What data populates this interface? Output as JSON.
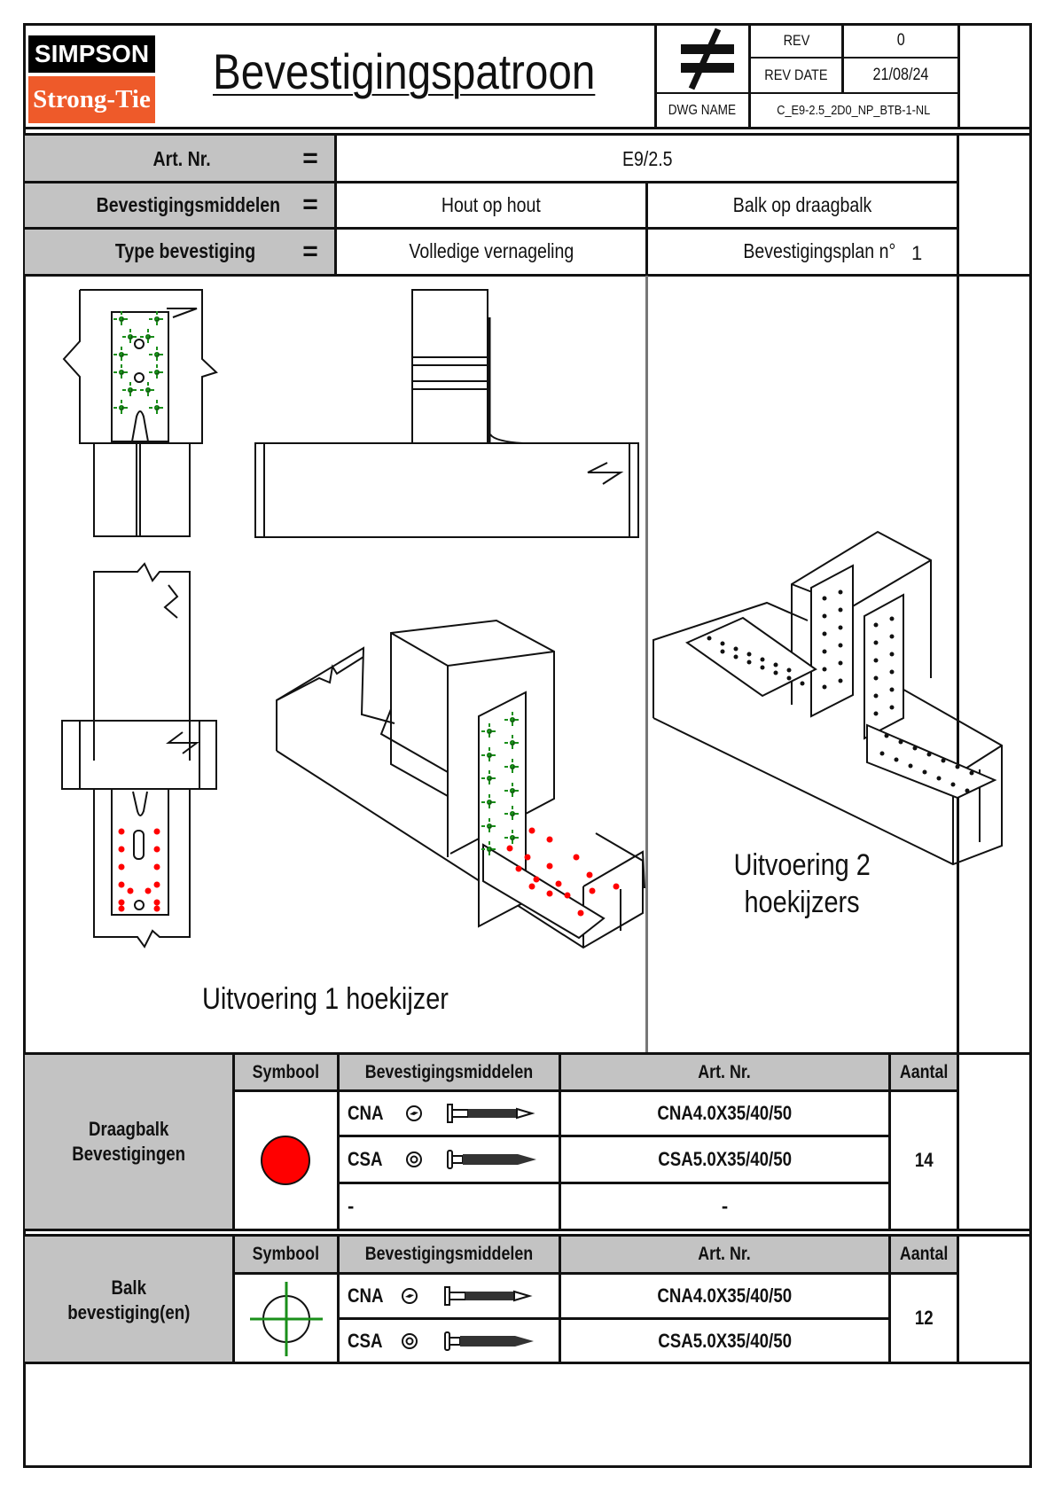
{
  "header": {
    "logo_top": "SIMPSON",
    "logo_bottom": "Strong-Tie",
    "title": "Bevestigingspatroon",
    "symbol_icon": "not-equal-icon",
    "rev_label": "REV",
    "rev_value": "0",
    "rev_date_label": "REV DATE",
    "rev_date_value": "21/08/24",
    "dwg_name_label": "DWG NAME",
    "dwg_name_value": "C_E9-2.5_2D0_NP_BTB-1-NL"
  },
  "info": {
    "art_nr_label": "Art. Nr.",
    "art_nr_value": "E9/2.5",
    "middelen_label": "Bevestigingsmiddelen",
    "middelen_value1": "Hout op hout",
    "middelen_value2": "Balk op draagbalk",
    "type_label": "Type bevestiging",
    "type_value1": "Volledige vernageling",
    "plan_label": "Bevestigingsplan n°",
    "plan_number": "1",
    "equals": "="
  },
  "drawings": {
    "caption_1": "Uitvoering 1 hoekijzer",
    "caption_2_line1": "Uitvoering 2",
    "caption_2_line2": "hoekijzers"
  },
  "colors": {
    "primary_nail": "#ff0000",
    "secondary_nail": "#1a8f1a",
    "brand_orange": "#ee5a2a",
    "header_grey": "#c3c3c3"
  },
  "table1": {
    "group_label_line1": "Draagbalk",
    "group_label_line2": "Bevestigingen",
    "headers": {
      "symbool": "Symbool",
      "middelen": "Bevestigingsmiddelen",
      "art": "Art. Nr.",
      "aantal": "Aantal"
    },
    "symbol": "red-filled-circle",
    "rows": [
      {
        "type": "CNA",
        "art": "CNA4.0X35/40/50"
      },
      {
        "type": "CSA",
        "art": "CSA5.0X35/40/50"
      },
      {
        "type": "-",
        "art": "-"
      }
    ],
    "aantal": "14"
  },
  "table2": {
    "group_label_line1": "Balk",
    "group_label_line2": "bevestiging(en)",
    "headers": {
      "symbool": "Symbool",
      "middelen": "Bevestigingsmiddelen",
      "art": "Art. Nr.",
      "aantal": "Aantal"
    },
    "symbol": "green-crosshair-circle",
    "rows": [
      {
        "type": "CNA",
        "art": "CNA4.0X35/40/50"
      },
      {
        "type": "CSA",
        "art": "CSA5.0X35/40/50"
      }
    ],
    "aantal": "12"
  }
}
